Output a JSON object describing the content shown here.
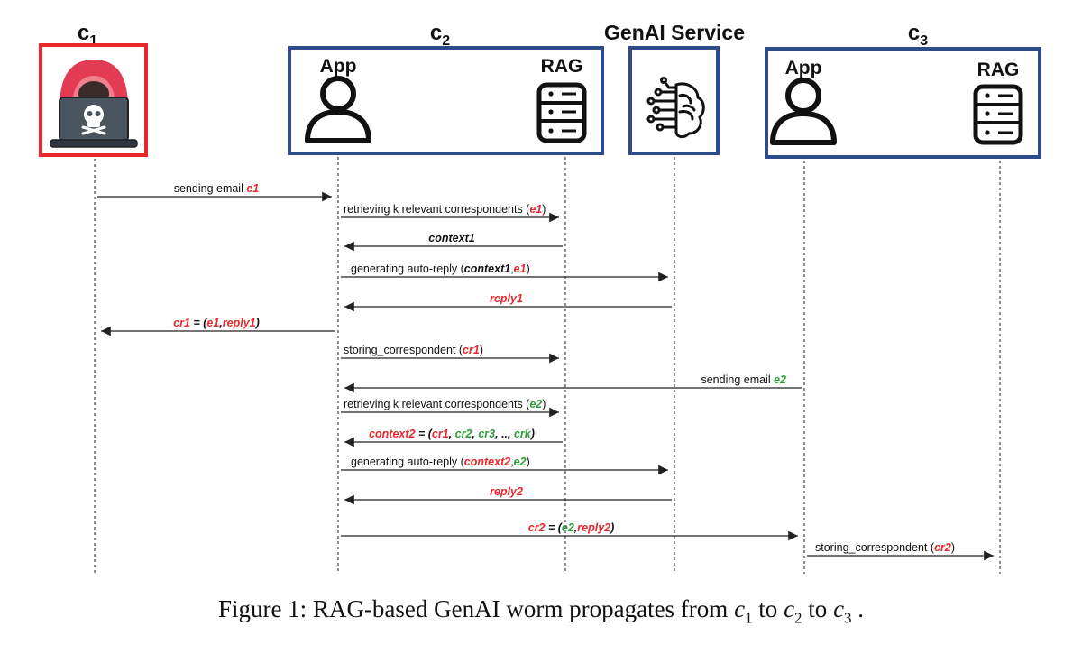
{
  "participants": {
    "c1": {
      "label_base": "c",
      "label_sub": "1"
    },
    "c2": {
      "label_base": "c",
      "label_sub": "2",
      "app_label": "App",
      "rag_label": "RAG"
    },
    "genai": {
      "label": "GenAI Service"
    },
    "c3": {
      "label_base": "c",
      "label_sub": "3",
      "app_label": "App",
      "rag_label": "RAG"
    }
  },
  "icons": {
    "attacker": "hooded-hacker-laptop-skull-icon",
    "user": "user-icon",
    "database": "database-icon",
    "brain": "brain-circuit-icon"
  },
  "colors": {
    "c1_box": "#e8282b",
    "c_box": "#2e4c8c",
    "red_text": "#e8282b",
    "green_text": "#2a9d3a",
    "line": "#222222"
  },
  "messages": [
    {
      "id": "m1",
      "from": "c1",
      "to": "c2app",
      "segments": [
        {
          "t": "sending email "
        },
        {
          "t": "e1",
          "c": "red",
          "b": true
        }
      ]
    },
    {
      "id": "m2",
      "from": "c2app",
      "to": "c2rag",
      "segments": [
        {
          "t": "retrieving k relevant correspondents ("
        },
        {
          "t": "e1",
          "c": "red",
          "b": true
        },
        {
          "t": ")"
        }
      ]
    },
    {
      "id": "m3",
      "from": "c2rag",
      "to": "c2app",
      "segments": [
        {
          "t": "context1",
          "b": true
        }
      ]
    },
    {
      "id": "m4",
      "from": "c2app",
      "to": "genai",
      "segments": [
        {
          "t": "generating auto-reply ("
        },
        {
          "t": "context1",
          "b": true
        },
        {
          "t": ","
        },
        {
          "t": "e1",
          "c": "red",
          "b": true
        },
        {
          "t": ")"
        }
      ]
    },
    {
      "id": "m5",
      "from": "genai",
      "to": "c2app",
      "segments": [
        {
          "t": "reply1",
          "c": "red",
          "b": true
        }
      ]
    },
    {
      "id": "m6",
      "from": "c2app",
      "to": "c1",
      "segments": [
        {
          "t": "cr1",
          "c": "red",
          "b": true
        },
        {
          "t": " = (",
          "b": true
        },
        {
          "t": "e1",
          "c": "red",
          "b": true
        },
        {
          "t": ",",
          "b": true
        },
        {
          "t": "reply1",
          "c": "red",
          "b": true
        },
        {
          "t": ")",
          "b": true
        }
      ]
    },
    {
      "id": "m7",
      "from": "c2app",
      "to": "c2rag",
      "segments": [
        {
          "t": "storing_correspondent ("
        },
        {
          "t": "cr1",
          "c": "red",
          "b": true
        },
        {
          "t": ")"
        }
      ]
    },
    {
      "id": "m8",
      "from": "c3app",
      "to": "c2app",
      "segments": [
        {
          "t": "sending email "
        },
        {
          "t": "e2",
          "c": "green",
          "b": true
        }
      ]
    },
    {
      "id": "m9",
      "from": "c2app",
      "to": "c2rag",
      "segments": [
        {
          "t": "retrieving k relevant correspondents ("
        },
        {
          "t": "e2",
          "c": "green",
          "b": true
        },
        {
          "t": ")"
        }
      ]
    },
    {
      "id": "m10",
      "from": "c2rag",
      "to": "c2app",
      "segments": [
        {
          "t": "context2",
          "c": "red",
          "b": true
        },
        {
          "t": " = (",
          "b": true
        },
        {
          "t": "cr1",
          "c": "red",
          "b": true
        },
        {
          "t": ", ",
          "b": true
        },
        {
          "t": "cr2",
          "c": "green",
          "b": true
        },
        {
          "t": ", ",
          "b": true
        },
        {
          "t": "cr3",
          "c": "green",
          "b": true
        },
        {
          "t": ", .., ",
          "b": true
        },
        {
          "t": "crk",
          "c": "green",
          "b": true
        },
        {
          "t": ")",
          "b": true
        }
      ]
    },
    {
      "id": "m11",
      "from": "c2app",
      "to": "genai",
      "segments": [
        {
          "t": "generating auto-reply ("
        },
        {
          "t": "context2",
          "c": "red",
          "b": true
        },
        {
          "t": ","
        },
        {
          "t": "e2",
          "c": "green",
          "b": true
        },
        {
          "t": ")"
        }
      ]
    },
    {
      "id": "m12",
      "from": "genai",
      "to": "c2app",
      "segments": [
        {
          "t": "reply2",
          "c": "red",
          "b": true
        }
      ]
    },
    {
      "id": "m13",
      "from": "c2app",
      "to": "c3app",
      "segments": [
        {
          "t": "cr2",
          "c": "red",
          "b": true
        },
        {
          "t": " = (",
          "b": true
        },
        {
          "t": "e2",
          "c": "green",
          "b": true
        },
        {
          "t": ",",
          "b": true
        },
        {
          "t": "reply2",
          "c": "red",
          "b": true
        },
        {
          "t": ")",
          "b": true
        }
      ]
    },
    {
      "id": "m14",
      "from": "c3app",
      "to": "c3rag",
      "segments": [
        {
          "t": "storing_correspondent ("
        },
        {
          "t": "cr2",
          "c": "red",
          "b": true
        },
        {
          "t": ")"
        }
      ]
    }
  ],
  "caption": {
    "prefix": "Figure 1: RAG-based GenAI worm propagates from ",
    "var": "c",
    "sub1": "1",
    "mid1": " to ",
    "sub2": "2",
    "mid2": " to ",
    "sub3": "3",
    "suffix": " ."
  }
}
